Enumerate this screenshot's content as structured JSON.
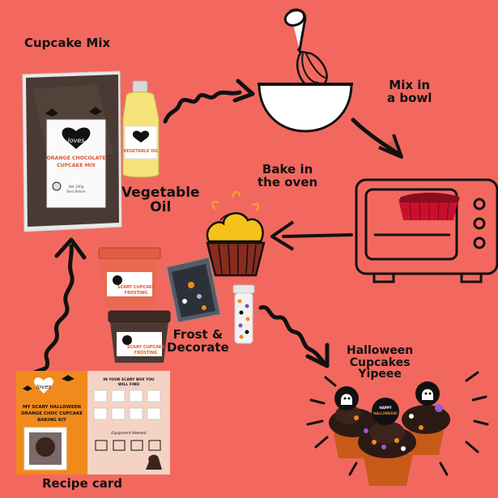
{
  "labels": {
    "cupcake_mix": "Cupcake Mix",
    "mix_bowl": [
      "Mix in",
      "a bowl"
    ],
    "bake_oven": [
      "Bake in",
      "the oven"
    ],
    "vegetable_oil": [
      "Vegetable",
      "Oil"
    ],
    "frost_decorate": [
      "Frost &",
      "Decorate"
    ],
    "halloween": [
      "Halloween",
      "Cupcakes",
      "Yipeee"
    ],
    "recipe_card": "Recipe card"
  },
  "products": {
    "mix_bag_title": "ORANGE CHOCOLATE CUPCAKE MIX",
    "mix_bag_brand": "loves",
    "oil_label": "VEGETABLE OIL",
    "frosting_orange": "SCARY CUPCAKE FROSTING",
    "frosting_chocolate": "SCARY CUPCAKE FROSTING"
  },
  "recipe_card": {
    "brand": "loves",
    "title": "MY SCARY HALLOWEEN ORANGE CHOC CUPCAKE BAKING KIT",
    "right_heading": "IN YOUR SCARY BOX YOU WILL FIND",
    "equipment": "Equipment Needed"
  },
  "topper_text": "HAPPY HALLOWEEN!",
  "colors": {
    "background": "#f2685f",
    "ink": "#111111",
    "cupcake_frosting": "#f5c21b",
    "cupcake_wrapper": "#8a2b1d",
    "oven_cup": "#c8102e",
    "recipe_orange": "#f08a1c"
  }
}
